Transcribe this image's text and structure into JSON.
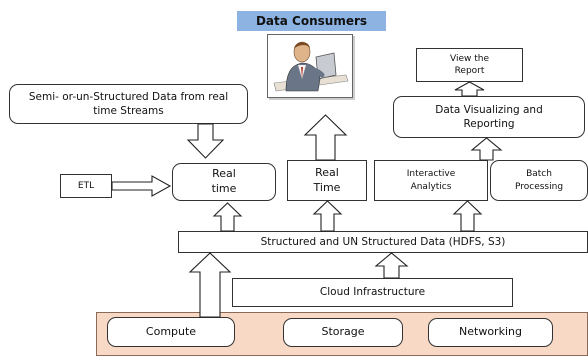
{
  "consumers": {
    "title": "Data Consumers",
    "icon": "person-at-laptop-icon"
  },
  "boxes": {
    "semi_structured": "Semi- or-un-Structured Data from real time Streams",
    "etl": "ETL",
    "real_time_1": "Real time",
    "real_time_2": "Real Time",
    "interactive": "Interactive Analytics",
    "batch": "Batch Processing",
    "view_report": "View the Report",
    "visualizing": "Data Visualizing and Reporting",
    "structured_data": "Structured and UN Structured Data (HDFS, S3)",
    "cloud": "Cloud Infrastructure",
    "compute": "Compute",
    "storage": "Storage",
    "networking": "Networking"
  },
  "colors": {
    "consumers_header": "#8db3e2",
    "infra_bar": "#f7d9c6"
  }
}
